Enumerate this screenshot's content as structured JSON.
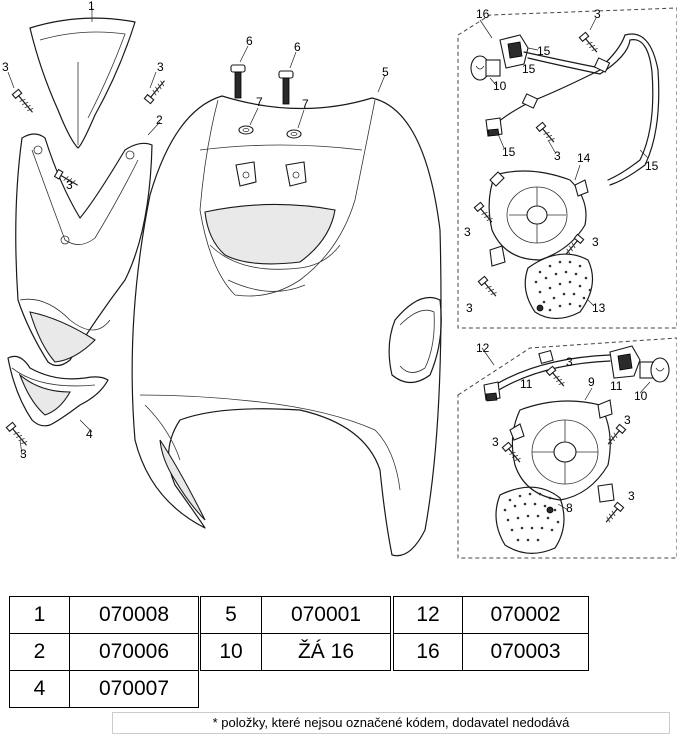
{
  "callouts": {
    "c1": "1",
    "c2": "2",
    "c3a": "3",
    "c3b": "3",
    "c3c": "3",
    "c3d": "3",
    "c3e": "3",
    "c3f": "3",
    "c3g": "3",
    "c3h": "3",
    "c3i": "3",
    "c3j": "3",
    "c3k": "3",
    "c3l": "3",
    "c4": "4",
    "c5": "5",
    "c6a": "6",
    "c6b": "6",
    "c7a": "7",
    "c7b": "7",
    "c8": "8",
    "c9": "9",
    "c10a": "10",
    "c10b": "10",
    "c11a": "11",
    "c11b": "11",
    "c12": "12",
    "c13": "13",
    "c14": "14",
    "c15a": "15",
    "c15b": "15",
    "c15c": "15",
    "c15d": "15",
    "c16": "16"
  },
  "parts_table": {
    "col1": [
      {
        "number": "1",
        "code": "070008"
      },
      {
        "number": "2",
        "code": "070006"
      },
      {
        "number": "4",
        "code": "070007"
      }
    ],
    "col2": [
      {
        "number": "5",
        "code": "070001"
      },
      {
        "number": "10",
        "code": "ŽÁ 16"
      }
    ],
    "col3": [
      {
        "number": "12",
        "code": "070002"
      },
      {
        "number": "16",
        "code": "070003"
      }
    ]
  },
  "footnote": "* položky, které nejsou označené kódem, dodavatel nedodává"
}
